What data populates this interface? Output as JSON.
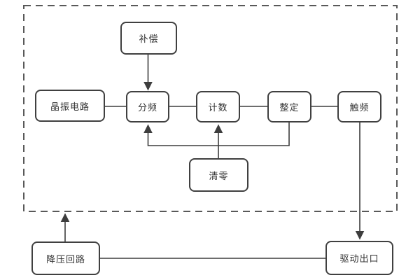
{
  "diagram": {
    "type": "block-diagram",
    "background": "#ffffff",
    "colors": {
      "box_border": "#404040",
      "box_fill": "#ffffff",
      "connector": "#3d3d3d",
      "dashed_border": "#595959",
      "text": "#333333"
    },
    "nodes": {
      "compensation": {
        "label": "补偿"
      },
      "crystal_circuit": {
        "label": "晶振电路"
      },
      "divider": {
        "label": "分频"
      },
      "counter": {
        "label": "计数"
      },
      "setting": {
        "label": "整定"
      },
      "trigger": {
        "label": "触频"
      },
      "reset": {
        "label": "清零"
      },
      "stepdown_circuit": {
        "label": "降压回路"
      },
      "drive_output": {
        "label": "驱动出口"
      }
    },
    "edges": [
      {
        "from": "补偿",
        "to": "分频",
        "arrow": "to"
      },
      {
        "from": "晶振电路",
        "to": "分频",
        "arrow": "none"
      },
      {
        "from": "分频",
        "to": "计数",
        "arrow": "none"
      },
      {
        "from": "计数",
        "to": "整定",
        "arrow": "none"
      },
      {
        "from": "整定",
        "to": "触频",
        "arrow": "none"
      },
      {
        "from": "整定",
        "to": "分频",
        "arrow": "to"
      },
      {
        "from": "清零",
        "to": "计数",
        "arrow": "to"
      },
      {
        "from": "触频",
        "to": "驱动出口",
        "arrow": "to"
      },
      {
        "from": "降压回路",
        "to": "dashed-container",
        "arrow": "to"
      },
      {
        "from": "降压回路",
        "to": "驱动出口",
        "arrow": "none"
      }
    ]
  }
}
